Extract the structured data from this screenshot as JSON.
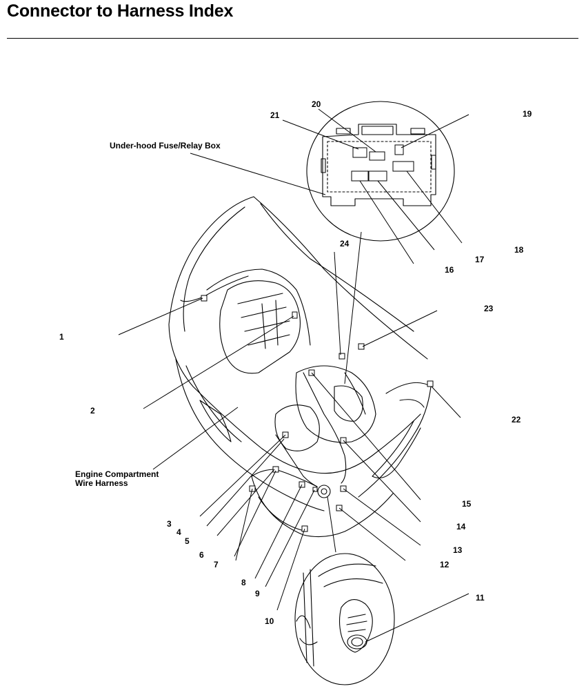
{
  "page": {
    "title": "Connector to Harness Index"
  },
  "labels": {
    "fuse_box": "Under-hood Fuse/Relay Box",
    "harness_line1": "Engine Compartment",
    "harness_line2": "Wire Harness"
  },
  "callouts": [
    "1",
    "2",
    "3",
    "4",
    "5",
    "6",
    "7",
    "8",
    "9",
    "10",
    "11",
    "12",
    "13",
    "14",
    "15",
    "16",
    "17",
    "18",
    "19",
    "20",
    "21",
    "22",
    "23",
    "24"
  ]
}
